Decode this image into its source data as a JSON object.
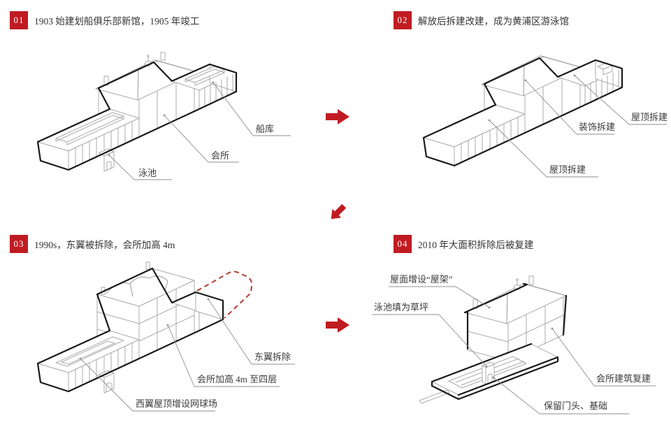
{
  "panels": [
    {
      "badge": "01",
      "caption": "1903 始建划船俱乐部新馆，1905 年竣工",
      "labels": [
        "船库",
        "会所",
        "泳池"
      ]
    },
    {
      "badge": "02",
      "caption": "解放后拆建改建，成为黄浦区游泳馆",
      "labels": [
        "屋顶拆建",
        "装饰拆建",
        "屋顶拆建"
      ]
    },
    {
      "badge": "03",
      "caption": "1990s，东翼被拆除，会所加高 4m",
      "labels": [
        "东翼拆除",
        "会所加高 4m 至四层",
        "西翼屋顶增设网球场"
      ]
    },
    {
      "badge": "04",
      "caption": "2010 年大面积拆除后被复建",
      "labels": [
        "屋面增设“屋架”",
        "泳池填为草坪",
        "会所建筑复建",
        "保留门头、基础"
      ]
    }
  ],
  "arrows": [
    {
      "name": "arrow-right-icon",
      "direction": "right"
    },
    {
      "name": "arrow-down-left-icon",
      "direction": "down-left"
    },
    {
      "name": "arrow-right-icon",
      "direction": "right"
    }
  ],
  "colors": {
    "accent": "#c11b22",
    "dashed_red": "#b23a31",
    "drawing_line": "#ababab",
    "bold_line": "#1a1a1a",
    "text": "#333333"
  }
}
